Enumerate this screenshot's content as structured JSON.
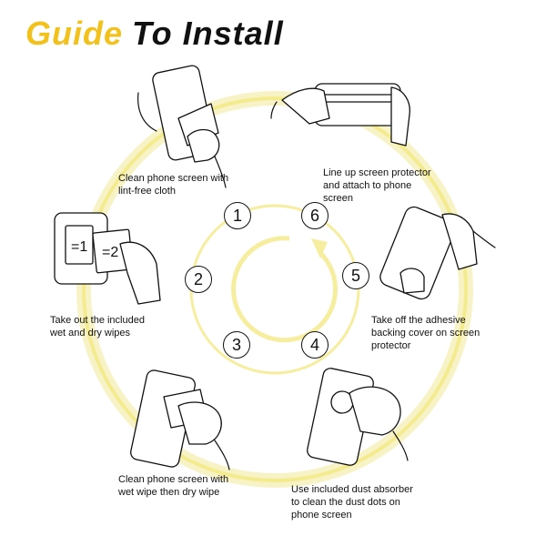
{
  "title": {
    "word1": "Guide",
    "word2": "To Install"
  },
  "colors": {
    "accent": "#f2c11b",
    "ring": "#f6ee9e",
    "ink": "#111111"
  },
  "steps": [
    {
      "number": "1",
      "line1": "Clean phone screen with",
      "line2": "lint-free cloth",
      "line3": ""
    },
    {
      "number": "2",
      "line1": "Take out the included",
      "line2": "wet and dry wipes",
      "line3": ""
    },
    {
      "number": "3",
      "line1": "Clean phone screen with",
      "line2": "wet wipe then dry wipe",
      "line3": ""
    },
    {
      "number": "4",
      "line1": "Use included dust absorber",
      "line2": "to clean the dust dots on",
      "line3": "phone screen"
    },
    {
      "number": "5",
      "line1": "Take off the adhesive",
      "line2": "backing cover on screen",
      "line3": "protector"
    },
    {
      "number": "6",
      "line1": "Line up screen protector",
      "line2": "and attach to phone",
      "line3": "screen"
    }
  ]
}
